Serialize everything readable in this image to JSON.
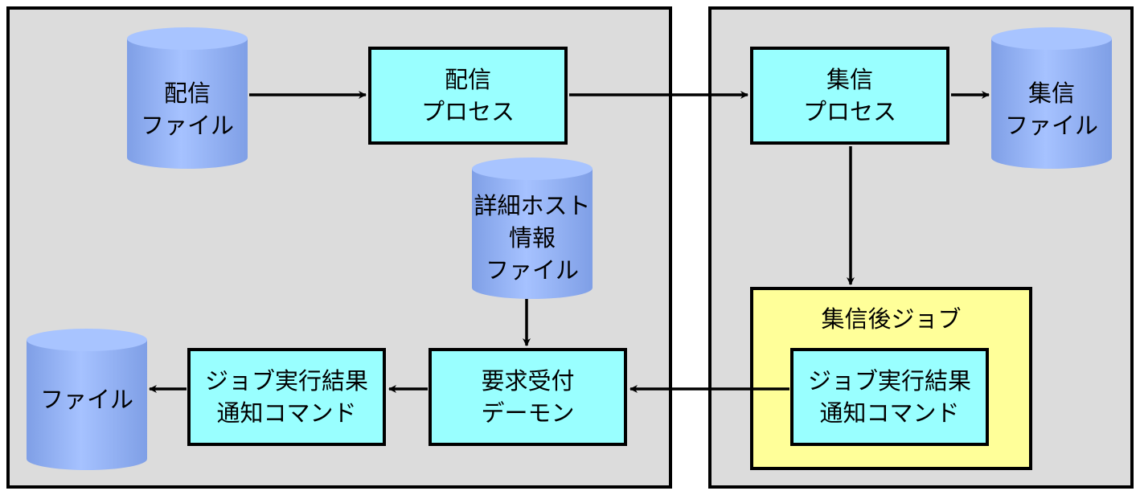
{
  "cylinders": {
    "dist_file": [
      "配信",
      "ファイル"
    ],
    "detail_host": [
      "詳細ホスト",
      "情報",
      "ファイル"
    ],
    "file": [
      "ファイル"
    ],
    "collect_file": [
      "集信",
      "ファイル"
    ]
  },
  "boxes": {
    "dist_process": [
      "配信",
      "プロセス"
    ],
    "collect_process": [
      "集信",
      "プロセス"
    ],
    "request_daemon": [
      "要求受付",
      "デーモン"
    ],
    "notify_left": [
      "ジョブ実行結果",
      "通知コマンド"
    ],
    "notify_right": [
      "ジョブ実行結果",
      "通知コマンド"
    ],
    "post_job_title": "集信後ジョブ"
  },
  "colors": {
    "panel": "#dcdcdc",
    "process_box": "#99ffff",
    "post_job_box": "#ffff99",
    "cylinder": "#8fb0ef"
  }
}
